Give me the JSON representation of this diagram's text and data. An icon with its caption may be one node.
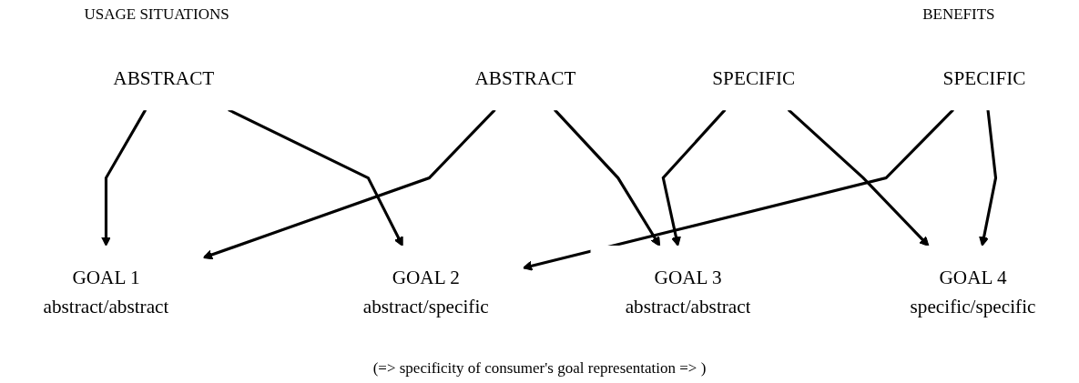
{
  "diagram": {
    "caption": "(=> specificity of consumer's goal representation => )",
    "nodes": [
      {
        "text": [
          "ABSTRACT"
        ]
      },
      {
        "text": [
          "SPECIFIC"
        ]
      },
      {
        "text": [
          "ABSTRACT"
        ]
      },
      {
        "text": [
          "SPECIFIC"
        ]
      },
      {
        "text": [
          "GOAL 1",
          "abstract/abstract"
        ]
      },
      {
        "text": [
          "GOAL 2",
          "abstract/specific"
        ]
      },
      {
        "text": [
          "GOAL 3",
          "abstract/abstract"
        ]
      },
      {
        "text": [
          "GOAL 4",
          "specific/specific"
        ]
      }
    ],
    "edges": [
      {
        "from": 0,
        "to": 4,
        "arrow": "to"
      },
      {
        "from": 0,
        "to": 5,
        "arrow": "to"
      },
      {
        "from": 1,
        "to": 6,
        "arrow": "to"
      },
      {
        "from": 1,
        "to": 7,
        "arrow": "to"
      },
      {
        "from": 2,
        "to": 4,
        "arrow": "to"
      },
      {
        "from": 2,
        "to": 6,
        "arrow": "to"
      },
      {
        "from": 3,
        "to": 5,
        "arrow": "to"
      },
      {
        "from": 3,
        "to": 7,
        "arrow": "to"
      }
    ],
    "labels": [
      "USAGE SITUATIONS",
      "BENEFITS"
    ]
  }
}
